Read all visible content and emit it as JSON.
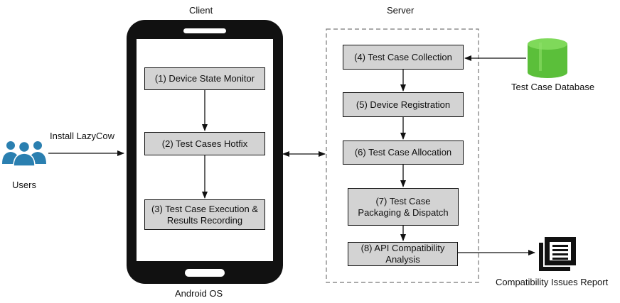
{
  "labels": {
    "client": "Client",
    "server": "Server",
    "android_os": "Android OS",
    "users": "Users",
    "install": "Install LazyCow",
    "database": "Test Case Database",
    "report": "Compatibility Issues Report"
  },
  "client_steps": [
    "(1) Device State Monitor",
    "(2) Test Cases Hotfix",
    "(3) Test Case Execution & Results Recording"
  ],
  "server_steps": [
    "(4) Test Case Collection",
    "(5) Device Registration",
    "(6) Test Case Allocation",
    "(7) Test Case Packaging & Dispatch",
    "(8) API Compatibility Analysis"
  ],
  "icons": {
    "users": "users-icon",
    "database": "database-icon",
    "report": "report-icon",
    "phone": "smartphone-icon"
  },
  "colors": {
    "box_fill": "#d3d3d3",
    "database_green": "#5bbf3a",
    "users_blue": "#2a7fb0",
    "phone_body": "#111111"
  }
}
